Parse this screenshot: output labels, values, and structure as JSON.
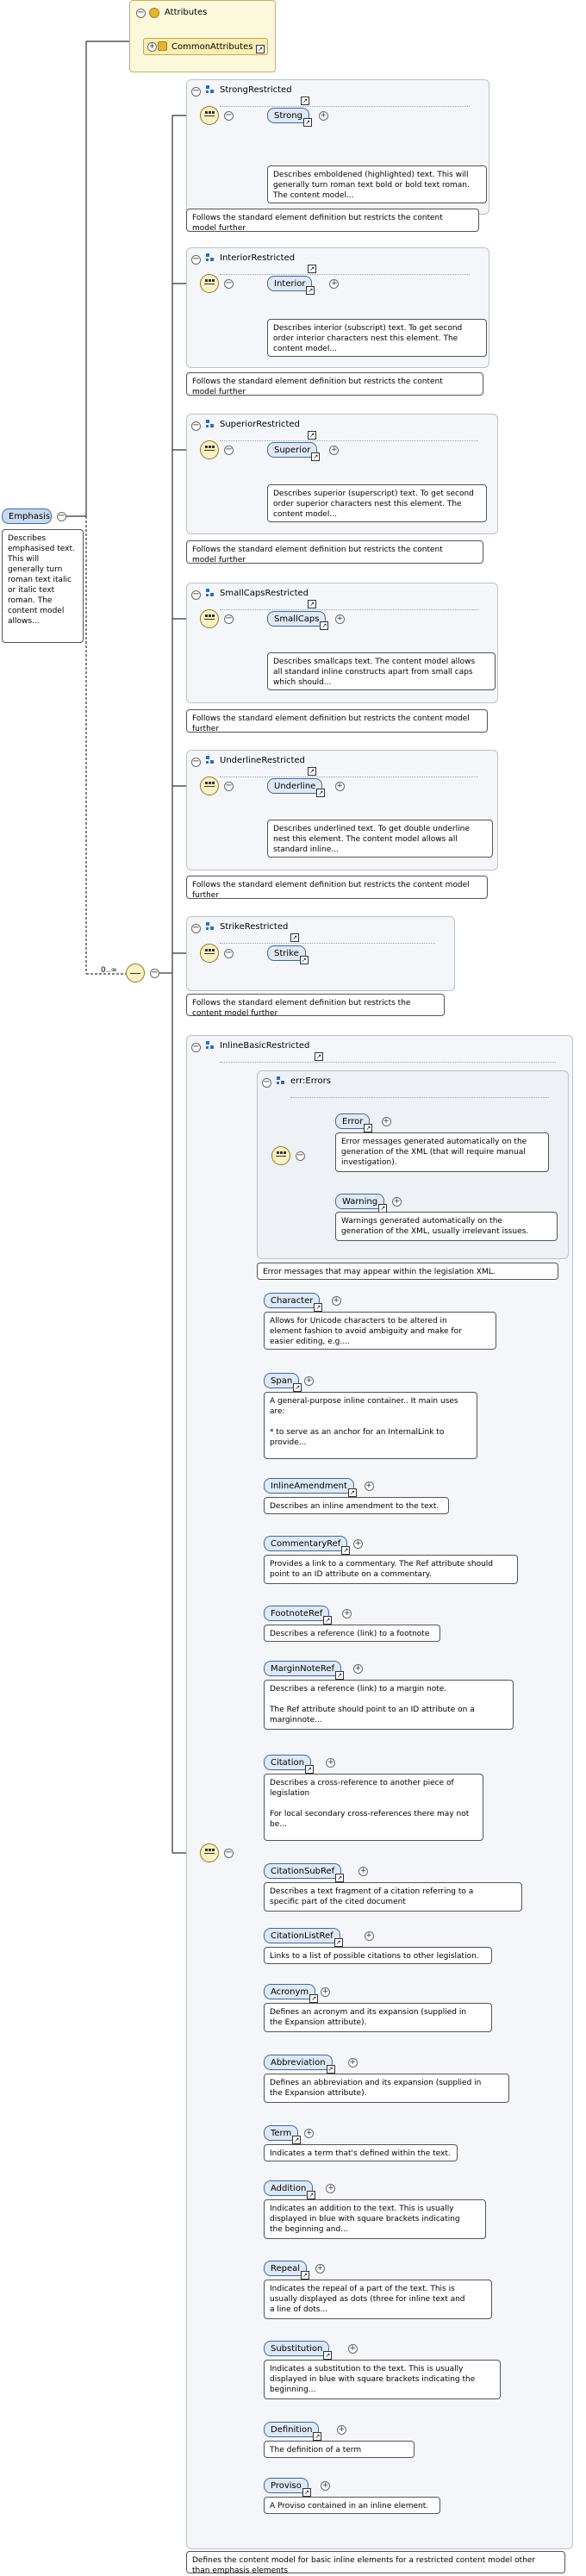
{
  "root": {
    "element": "Emphasis",
    "doc": "Describes\nemphasised text.\nThis will\ngenerally turn\nroman text italic\nor italic text\nroman. The\ncontent model\nallows..."
  },
  "attributes": {
    "title": "Attributes",
    "group": "CommonAttributes"
  },
  "choice_cardinality": "0..∞",
  "groups": [
    {
      "title": "StrongRestricted",
      "element": "Strong",
      "element_doc": "Describes emboldened (highlighted) text. This will\ngenerally turn roman text bold or bold text roman.\nThe content model...",
      "group_doc": "Follows the standard element definition but restricts the content\nmodel further"
    },
    {
      "title": "InteriorRestricted",
      "element": "Interior",
      "element_doc": "Describes interior (subscript) text. To get second\norder interior characters nest this element. The\ncontent model...",
      "group_doc": "Follows the standard element definition but restricts the content\nmodel further"
    },
    {
      "title": "SuperiorRestricted",
      "element": "Superior",
      "element_doc": "Describes superior (superscript) text. To get second\norder superior characters nest this element. The\ncontent model...",
      "group_doc": "Follows the standard element definition but restricts the content\nmodel further"
    },
    {
      "title": "SmallCapsRestricted",
      "element": "SmallCaps",
      "element_doc": "Describes smallcaps text. The content model allows\nall standard inline constructs apart from small caps\nwhich should...",
      "group_doc": "Follows the standard element definition but restricts the content model\nfurther"
    },
    {
      "title": "UnderlineRestricted",
      "element": "Underline",
      "element_doc": "Describes underlined text. To get double underline\nnest this element. The content model allows all\nstandard inline...",
      "group_doc": "Follows the standard element definition but restricts the content model\nfurther"
    },
    {
      "title": "StrikeRestricted",
      "element": "Strike",
      "element_doc": "",
      "group_doc": "Follows the standard element definition but restricts the\ncontent model further"
    }
  ],
  "inline": {
    "title": "InlineBasicRestricted",
    "errors": {
      "title": "err:Errors",
      "items": [
        {
          "name": "Error",
          "doc": "Error messages generated automatically on the\ngeneration of the XML (that will require manual\ninvestigation)."
        },
        {
          "name": "Warning",
          "doc": "Warnings generated automatically on the\ngeneration of the XML, usually irrelevant issues."
        }
      ],
      "group_doc": "Error messages that may appear within the legislation XML."
    },
    "items": [
      {
        "name": "Character",
        "doc": "Allows for Unicode characters to be altered in\nelement fashion to avoid ambiguity and make for\neasier editing, e.g...."
      },
      {
        "name": "Span",
        "doc": "A general-purpose inline container.. It main uses\nare:\n\n * to serve as an anchor for an InternalLink to\nprovide..."
      },
      {
        "name": "InlineAmendment",
        "doc": "Describes an inline amendment to the text."
      },
      {
        "name": "CommentaryRef",
        "doc": "Provides a link to a commentary. The Ref attribute should\npoint to an ID attribute on a commentary."
      },
      {
        "name": "FootnoteRef",
        "doc": "Describes a reference (link) to a footnote"
      },
      {
        "name": "MarginNoteRef",
        "doc": "Describes a reference (link) to a margin note.\n\nThe Ref attribute should point to an ID attribute on a\nmarginnote..."
      },
      {
        "name": "Citation",
        "doc": "Describes a cross-reference to another piece of\nlegislation\n\nFor local secondary cross-references there may not\nbe..."
      },
      {
        "name": "CitationSubRef",
        "doc": "Describes a text fragment of a citation referring to a\nspecific part of the cited document"
      },
      {
        "name": "CitationListRef",
        "doc": "Links to a list of possible citations to other legislation."
      },
      {
        "name": "Acronym",
        "doc": "Defines an acronym and its expansion (supplied in\nthe Expansion attribute)."
      },
      {
        "name": "Abbreviation",
        "doc": "Defines an abbreviation and its expansion (supplied in\nthe Expansion attribute)."
      },
      {
        "name": "Term",
        "doc": "Indicates a term that's defined within the text."
      },
      {
        "name": "Addition",
        "doc": "Indicates an addition to the text. This is usually\ndisplayed in blue with square brackets indicating\nthe beginning and..."
      },
      {
        "name": "Repeal",
        "doc": "Indicates the repeal of a part of the text. This is\nusually displayed as dots (three for inline text and\na line of dots..."
      },
      {
        "name": "Substitution",
        "doc": "Indicates a substitution to the text. This is usually\ndisplayed in blue with square brackets indicating the\nbeginning..."
      },
      {
        "name": "Definition",
        "doc": "The definition of a term"
      },
      {
        "name": "Proviso",
        "doc": "A Proviso contained in an inline element."
      }
    ],
    "group_doc": "Defines the content model for basic inline elements for a restricted content model other\nthan emphasis elements"
  }
}
